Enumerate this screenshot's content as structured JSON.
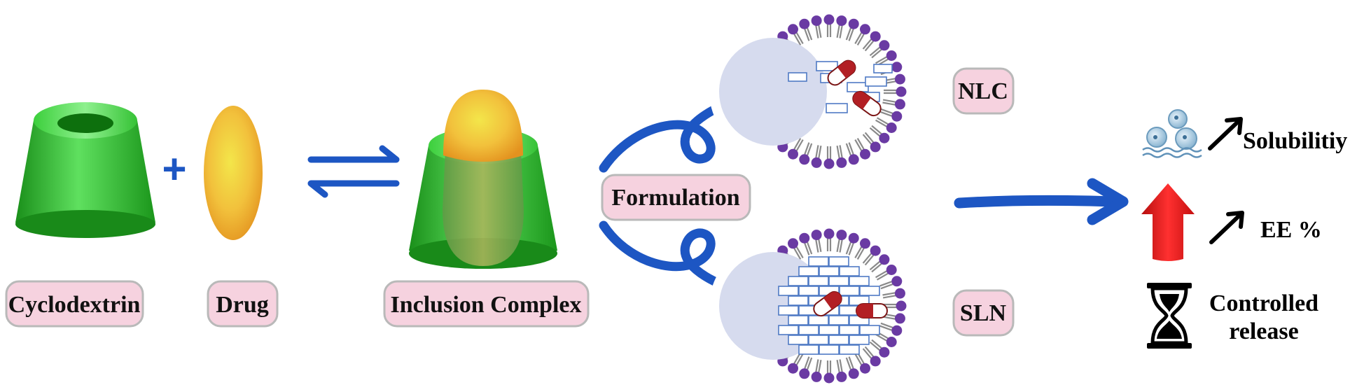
{
  "labels": {
    "cyclodextrin": "Cyclodextrin",
    "drug": "Drug",
    "plus": "+",
    "inclusion_complex": "Inclusion Complex",
    "formulation": "Formulation",
    "nlc": "NLC",
    "sln": "SLN"
  },
  "benefits": {
    "solubility": "Solubilitiy",
    "ee": "EE %",
    "controlled_line1": "Controlled",
    "controlled_line2": "release"
  },
  "colors": {
    "arrow_blue": "#1d56c3",
    "label_pink": "#f6d2df",
    "cyclodextrin_green": "#2db52d",
    "drug_orange": "#f0a830",
    "lipid_purple": "#6a3aa3",
    "capsule_red": "#b21f24",
    "up_arrow_red": "#e01717"
  },
  "icons": [
    "dissolving-particles-icon",
    "up-arrow-icon",
    "hourglass-icon",
    "trend-up-arrow-icon",
    "capsule-icon"
  ]
}
